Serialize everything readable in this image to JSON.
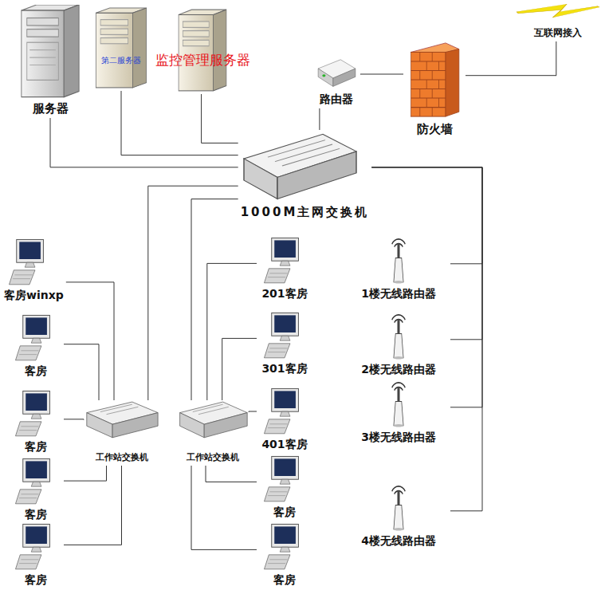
{
  "diagram": {
    "nodes": [
      {
        "text": [
          "服务器"
        ]
      },
      {
        "text": [
          "第二服务器"
        ]
      },
      {
        "text": [
          "监控管理服务器"
        ]
      },
      {
        "text": [
          "互联网接入"
        ]
      },
      {
        "text": [
          "路由器"
        ]
      },
      {
        "text": [
          "防火墙"
        ]
      },
      {
        "text": [
          "1000M主网交换机"
        ]
      },
      {
        "text": [
          "客房winxp"
        ]
      },
      {
        "text": [
          "201客房"
        ]
      },
      {
        "text": [
          "客房"
        ]
      },
      {
        "text": [
          "301客房"
        ]
      },
      {
        "text": [
          "1楼无线路由器"
        ]
      },
      {
        "text": [
          "客房"
        ]
      },
      {
        "text": [
          "401客房"
        ]
      },
      {
        "text": [
          "2楼无线路由器"
        ]
      },
      {
        "text": [
          "3楼无线路由器"
        ]
      },
      {
        "text": [
          "工作站交换机"
        ]
      },
      {
        "text": [
          "工作站交换机"
        ]
      },
      {
        "text": [
          "客房"
        ]
      },
      {
        "text": [
          "客房"
        ]
      },
      {
        "text": [
          "客房"
        ]
      },
      {
        "text": [
          "客房"
        ]
      },
      {
        "text": [
          "4楼无线路由器"
        ]
      }
    ],
    "edges": [
      {
        "from": 0,
        "to": 6,
        "arrow": "none"
      },
      {
        "from": 1,
        "to": 6,
        "arrow": "none"
      },
      {
        "from": 2,
        "to": 6,
        "arrow": "none"
      },
      {
        "from": 4,
        "to": 6,
        "arrow": "none"
      },
      {
        "from": 4,
        "to": 5,
        "arrow": "none"
      },
      {
        "from": 5,
        "to": 3,
        "arrow": "none"
      },
      {
        "from": 6,
        "to": 11,
        "arrow": "none"
      },
      {
        "from": 6,
        "to": 14,
        "arrow": "none"
      },
      {
        "from": 6,
        "to": 15,
        "arrow": "none"
      },
      {
        "from": 6,
        "to": 22,
        "arrow": "none"
      },
      {
        "from": 6,
        "to": 16,
        "arrow": "none"
      },
      {
        "from": 6,
        "to": 17,
        "arrow": "none"
      },
      {
        "from": 16,
        "to": 7,
        "arrow": "none"
      },
      {
        "from": 16,
        "to": 9,
        "arrow": "none"
      },
      {
        "from": 16,
        "to": 12,
        "arrow": "none"
      },
      {
        "from": 16,
        "to": 18,
        "arrow": "none"
      },
      {
        "from": 16,
        "to": 20,
        "arrow": "none"
      },
      {
        "from": 17,
        "to": 8,
        "arrow": "none"
      },
      {
        "from": 17,
        "to": 10,
        "arrow": "none"
      },
      {
        "from": 17,
        "to": 13,
        "arrow": "none"
      },
      {
        "from": 17,
        "to": 19,
        "arrow": "none"
      },
      {
        "from": 17,
        "to": 21,
        "arrow": "none"
      }
    ]
  }
}
